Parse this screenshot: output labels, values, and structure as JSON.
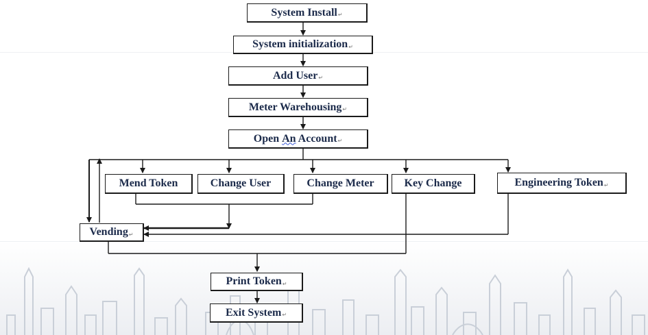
{
  "flowchart": {
    "return_mark": "↵",
    "system_install": "System Install",
    "system_initialization": "System initialization",
    "add_user": "Add User",
    "meter_warehousing": "Meter Warehousing",
    "open_account_pre": "Open ",
    "open_account_underlined": "An",
    "open_account_post": " Account",
    "mend_token": "Mend Token",
    "change_user": "Change User",
    "change_meter": "Change Meter",
    "key_change": "Key Change",
    "engineering_token": "Engineering Token",
    "vending": "Vending",
    "print_token": "Print Token",
    "exit_system": "Exit System"
  },
  "colors": {
    "line": "#1a1a1a",
    "text": "#1b2a4a",
    "skyline": "#c9cfd8"
  }
}
